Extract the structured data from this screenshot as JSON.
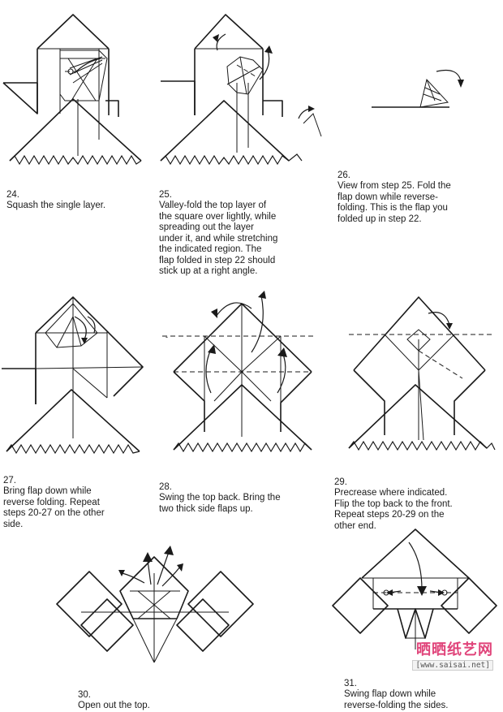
{
  "steps": [
    {
      "num": "24.",
      "text": "Squash the single layer."
    },
    {
      "num": "25.",
      "text": "Valley-fold the top layer of\nthe square over lightly, while\nspreading out the layer\nunder it, and while stretching\nthe indicated region. The\nflap folded in step 22 should\nstick up at a right angle."
    },
    {
      "num": "26.",
      "text": "View from step 25. Fold the\nflap down while reverse-\nfolding. This is the flap you\nfolded up in step 22."
    },
    {
      "num": "27.",
      "text": "Bring flap down while\nreverse folding. Repeat\nsteps 20-27 on the other\nside."
    },
    {
      "num": "28.",
      "text": "Swing the top back. Bring the\ntwo thick side flaps up."
    },
    {
      "num": "29.",
      "text": "Precrease where indicated.\nFlip the top back to the front.\nRepeat steps 20-29 on the\nother end."
    },
    {
      "num": "30.",
      "text": "Open out the top."
    },
    {
      "num": "31.",
      "text": "Swing flap down while\nreverse-folding the sides."
    }
  ],
  "watermark": {
    "title": "晒晒纸艺网",
    "url": "[www.saisai.net]"
  }
}
